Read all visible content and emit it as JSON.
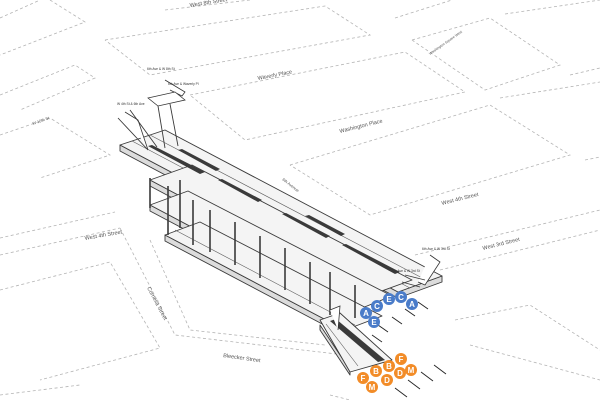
{
  "streets": {
    "west_8th": "West 8th Street",
    "waverly_place": "Waverly Place",
    "washington_place": "Washington Place",
    "west_4th_right": "West 4th Street",
    "west_3rd": "West 3rd Street",
    "sixth_avenue": "6th Avenue",
    "west_4th_left": "West 4th Street",
    "cornelia": "Cornelia Street",
    "bleecker": "Bleecker Street",
    "w10th": "W 10th St",
    "washington_square_west": "Washington Square West"
  },
  "annotations": {
    "entrance_nw": "6th Ave & W 8th St",
    "entrance_n2": "6th Ave & Waverly Pl",
    "entrance_w": "W 4th St & 6th Ave",
    "entrance_e": "6th Ave & W 3rd St",
    "entrance_e2": "6th Ave & W 3rd St"
  },
  "routes": {
    "upper_color": "#4a7cc9",
    "lower_color": "#f28c28",
    "upper": [
      "A",
      "C",
      "E",
      "C",
      "A",
      "E"
    ],
    "lower": [
      "F",
      "B",
      "D",
      "M",
      "F",
      "M",
      "B",
      "D"
    ]
  }
}
